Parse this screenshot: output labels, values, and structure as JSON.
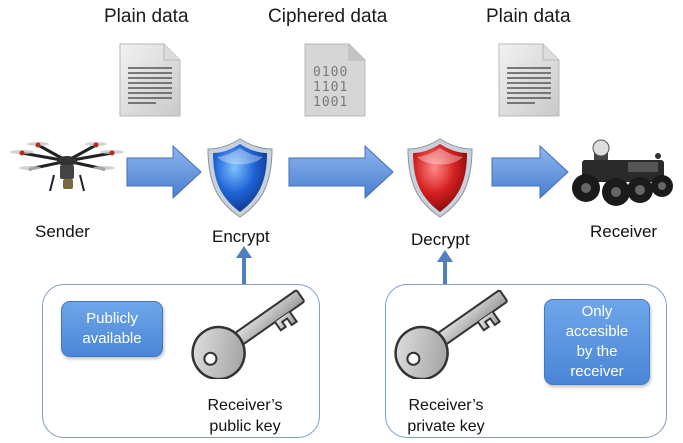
{
  "headers": {
    "plain_left": "Plain data",
    "ciphered": "Ciphered data",
    "plain_right": "Plain data"
  },
  "cipher_doc_lines": [
    "0100",
    "1101",
    "1001"
  ],
  "nodes": {
    "sender": "Sender",
    "encrypt": "Encrypt",
    "decrypt": "Decrypt",
    "receiver": "Receiver"
  },
  "public_panel": {
    "note": "Publicly available",
    "key_label_line1": "Receiver’s",
    "key_label_line2": "public key"
  },
  "private_panel": {
    "note": "Only accesible by the receiver",
    "key_label_line1": "Receiver’s",
    "key_label_line2": "private key"
  },
  "colors": {
    "arrow": "#5b8fd8",
    "encrypt_shield": "#1f63d6",
    "decrypt_shield": "#d42020",
    "panel_border": "#7f9fc6",
    "note_bg": "#5a93df"
  }
}
